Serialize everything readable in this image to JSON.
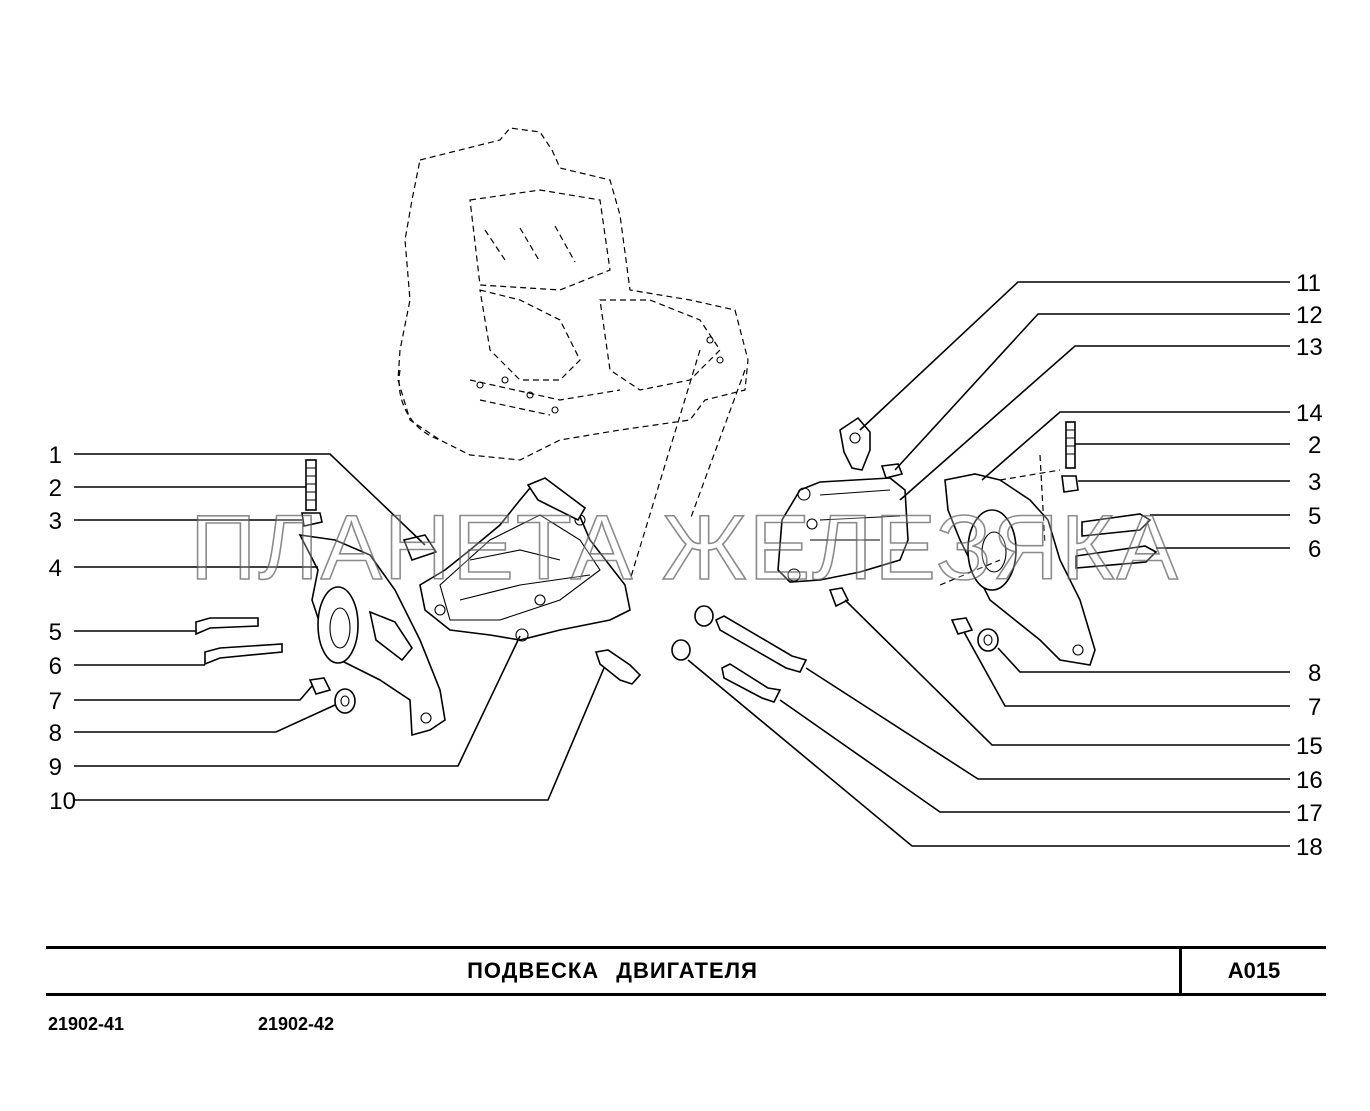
{
  "diagram": {
    "watermark": "ПЛАНЕТА ЖЕЛЕЗЯКА",
    "left_callouts": [
      "1",
      "2",
      "3",
      "4",
      "5",
      "6",
      "7",
      "8",
      "9",
      "10"
    ],
    "right_callouts": [
      "11",
      "12",
      "13",
      "14",
      "2",
      "3",
      "5",
      "6",
      "8",
      "7",
      "15",
      "16",
      "17",
      "18"
    ]
  },
  "title_block": {
    "title": "ПОДВЕСКА ДВИГАТЕЛЯ",
    "code": "A015"
  },
  "models": [
    "21902-41",
    "21902-42"
  ]
}
